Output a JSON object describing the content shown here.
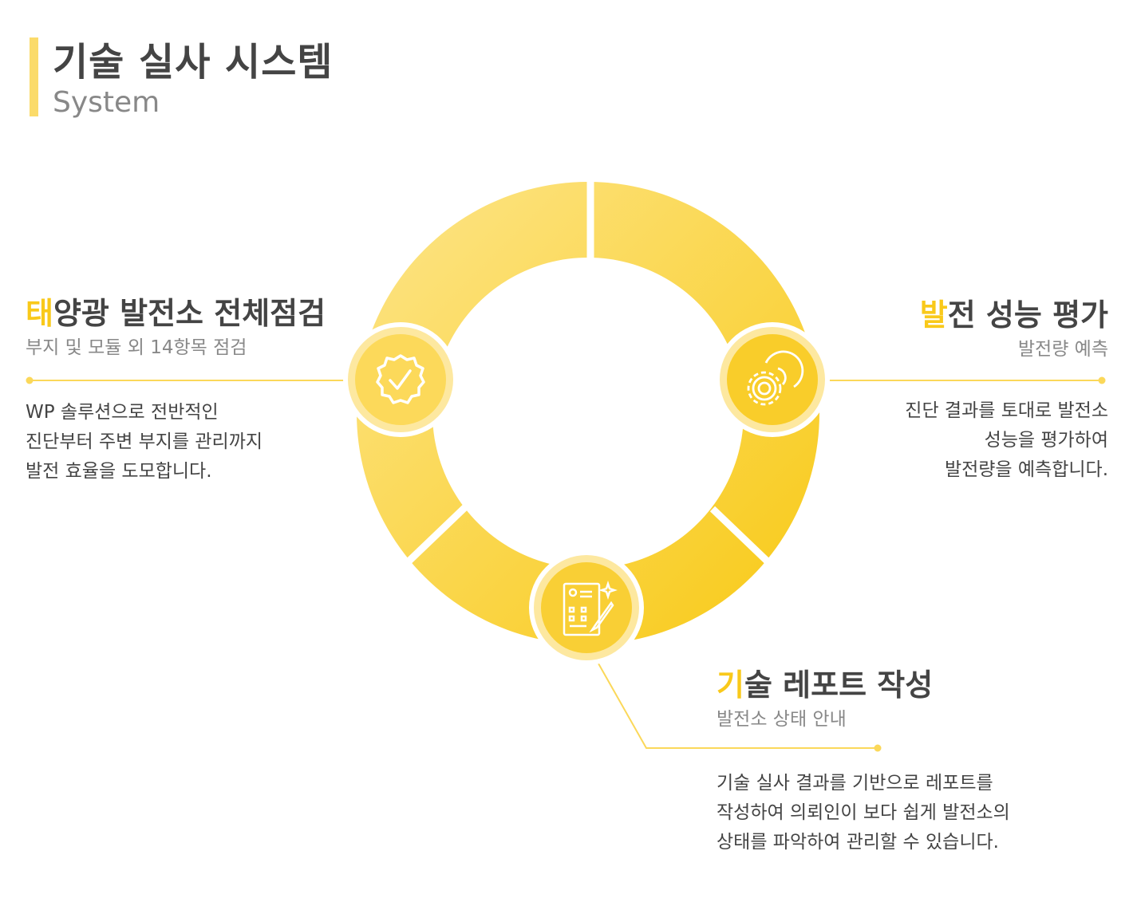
{
  "header": {
    "title": "기술 실사 시스템",
    "subtitle": "System"
  },
  "items": [
    {
      "title_accent": "태",
      "title_rest": "양광 발전소 전체점검",
      "subtitle": "부지 및 모듈 외 14항목 점검",
      "desc": [
        "WP 솔루션으로 전반적인",
        "진단부터 주변 부지를 관리까지",
        "발전 효율을 도모합니다."
      ],
      "icon": "badge-check-icon"
    },
    {
      "title_accent": "발",
      "title_rest": "전 성능 평가",
      "subtitle": "발전량 예측",
      "desc": [
        "진단 결과를 토대로 발전소",
        "성능을 평가하여",
        "발전량을 예측합니다."
      ],
      "icon": "gears-icon"
    },
    {
      "title_accent": "기",
      "title_rest": "술 레포트 작성",
      "subtitle": "발전소 상태 안내",
      "desc": [
        "기술 실사 결과를 기반으로 레포트를",
        "작성하여 의뢰인이 보다 쉽게 발전소의",
        "상태를 파악하여 관리할 수 있습니다."
      ],
      "icon": "report-icon"
    }
  ],
  "colors": {
    "accent": "#f9c91a",
    "ring_light": "#fde27e",
    "ring_dark": "#f8cb1f",
    "line": "#fbd85a"
  }
}
